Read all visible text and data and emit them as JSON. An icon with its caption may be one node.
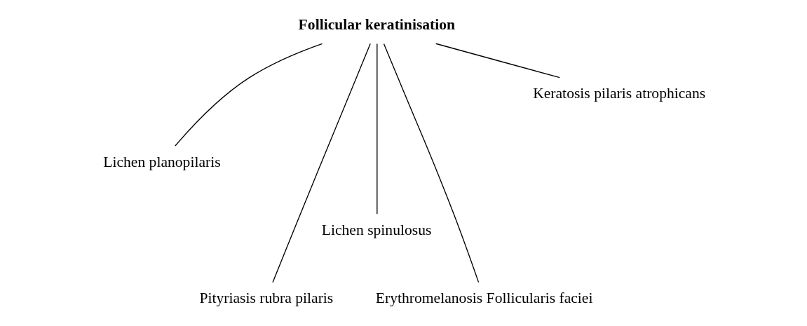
{
  "diagram": {
    "nodes": [
      {
        "text": [
          "Follicular keratinisation"
        ]
      },
      {
        "text": [
          "Lichen planopilaris"
        ]
      },
      {
        "text": [
          "Pityriasis rubra pilaris"
        ]
      },
      {
        "text": [
          "Lichen spinulosus"
        ]
      },
      {
        "text": [
          "Erythromelanosis Follicularis faciei"
        ]
      },
      {
        "text": [
          "Keratosis pilaris atrophicans"
        ]
      }
    ],
    "edges": [
      {
        "from": 0,
        "to": 1,
        "arrow": "none"
      },
      {
        "from": 0,
        "to": 2,
        "arrow": "none"
      },
      {
        "from": 0,
        "to": 3,
        "arrow": "none"
      },
      {
        "from": 0,
        "to": 4,
        "arrow": "none"
      },
      {
        "from": 0,
        "to": 5,
        "arrow": "none"
      }
    ]
  }
}
